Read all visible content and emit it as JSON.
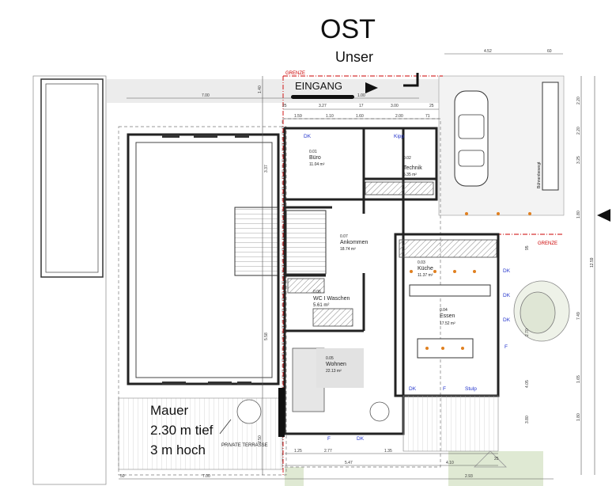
{
  "direction_label": "OST",
  "neighbor_label": "Unser",
  "boundary_labels": [
    "GRENZE",
    "GRENZE"
  ],
  "entrance_label": "EINGANG",
  "colors": {
    "boundary": "#cc0000",
    "room_tag": "#2233cc",
    "fixture": "#e08020"
  },
  "rooms": [
    {
      "number": "0.01",
      "name": "Büro",
      "area": "11.04 m²"
    },
    {
      "number": "0.02",
      "name": "Technik",
      "area": "5.35 m²"
    },
    {
      "number": "0.07",
      "name": "Ankommen",
      "area": "18.74 m²"
    },
    {
      "number": "0.03",
      "name": "Küche",
      "area": "11.37 m²"
    },
    {
      "number": "0.06",
      "name": "WC I Waschen",
      "area": "5.61 m²"
    },
    {
      "number": "0.04",
      "name": "Essen",
      "area": "17.52 m²"
    },
    {
      "number": "0.05",
      "name": "Wohnen",
      "area": "22.13 m²"
    }
  ],
  "tags": [
    "DK",
    "Kipp",
    "DK",
    "DK",
    "DK",
    "F",
    "DK",
    "F",
    "Stulp",
    "F",
    "DK"
  ],
  "terrace_label": "PRIVATE TERRASSE",
  "side_label": "Bühnenbewegt",
  "annotation": [
    "Mauer",
    "2.30 m tief",
    "3 m hoch"
  ],
  "dimensions": {
    "top_total": [
      "7.00",
      "4.52",
      "60",
      "1.00"
    ],
    "top_chain1": [
      "25",
      "3.27",
      "17",
      "3.00",
      "25"
    ],
    "top_chain2": [
      "1.59",
      "1.10",
      "1.60",
      "2.00",
      "71"
    ],
    "left": [
      "1.40",
      "3.37",
      "5.58",
      "2.50"
    ],
    "right_outer": [
      "2.20",
      "2.20",
      "3.25",
      "1.80",
      "12.59",
      "7.49",
      "1.80",
      "1.65"
    ],
    "right_inner": [
      "95",
      "2.70",
      "4.05",
      "3.80"
    ],
    "bottom_chain1": [
      "1.25",
      "2.77",
      "1.35",
      "25"
    ],
    "bottom_chain2": [
      "5.47",
      "4.10"
    ],
    "bottom_total": [
      "50",
      "7.00",
      "2.93"
    ]
  }
}
